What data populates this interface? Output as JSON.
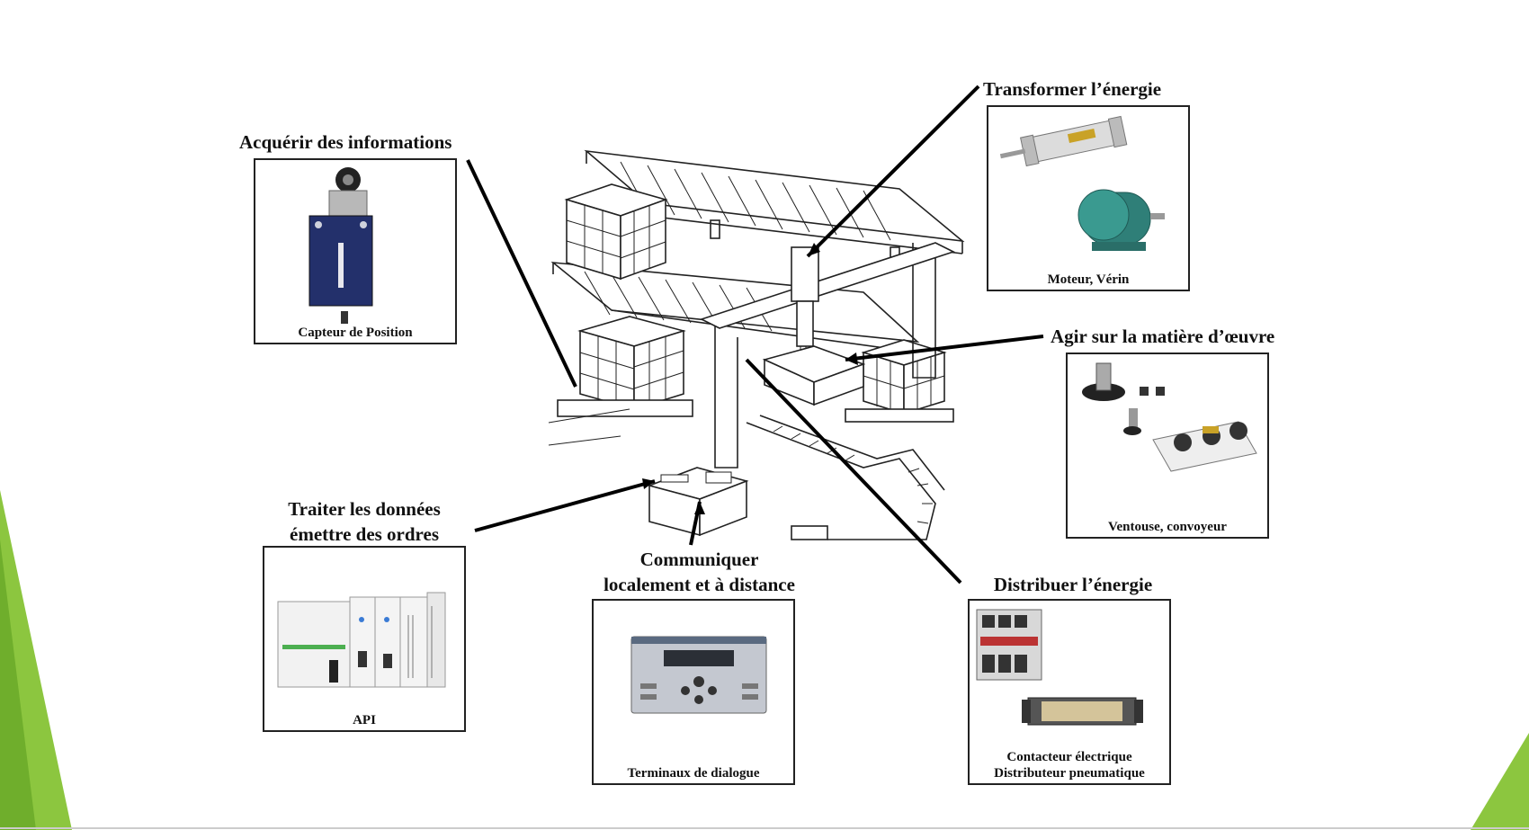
{
  "colors": {
    "accent_green": "#8cc63f",
    "accent_green_dark": "#6fae2c",
    "line": "#000000"
  },
  "functions": {
    "acquerir": {
      "title": "Acquérir des informations",
      "caption": "Capteur de Position",
      "icon": "position-sensor-icon"
    },
    "transformer": {
      "title": "Transformer l’énergie",
      "caption": "Moteur, Vérin",
      "icon": "motor-cylinder-icon"
    },
    "agir": {
      "title": "Agir sur la matière d’œuvre",
      "caption": "Ventouse, convoyeur",
      "icon": "suction-conveyor-icon"
    },
    "traiter": {
      "title_line1": "Traiter les données",
      "title_line2": "émettre des ordres",
      "caption": "API",
      "icon": "plc-icon"
    },
    "communiquer": {
      "title_line1": "Communiquer",
      "title_line2": "localement et à distance",
      "caption": "Terminaux de dialogue",
      "icon": "dialogue-terminal-icon"
    },
    "distribuer": {
      "title": "Distribuer l’énergie",
      "caption_line1": "Contacteur électrique",
      "caption_line2": "Distributeur pneumatique",
      "icon": "contactor-distributor-icon"
    }
  }
}
